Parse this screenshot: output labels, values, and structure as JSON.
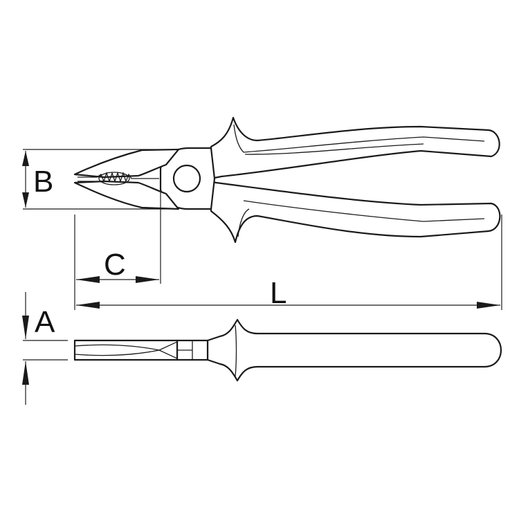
{
  "dimensions": {
    "width_label": "B",
    "jaw_length_label": "C",
    "overall_length_label": "L",
    "thickness_label": "A"
  }
}
